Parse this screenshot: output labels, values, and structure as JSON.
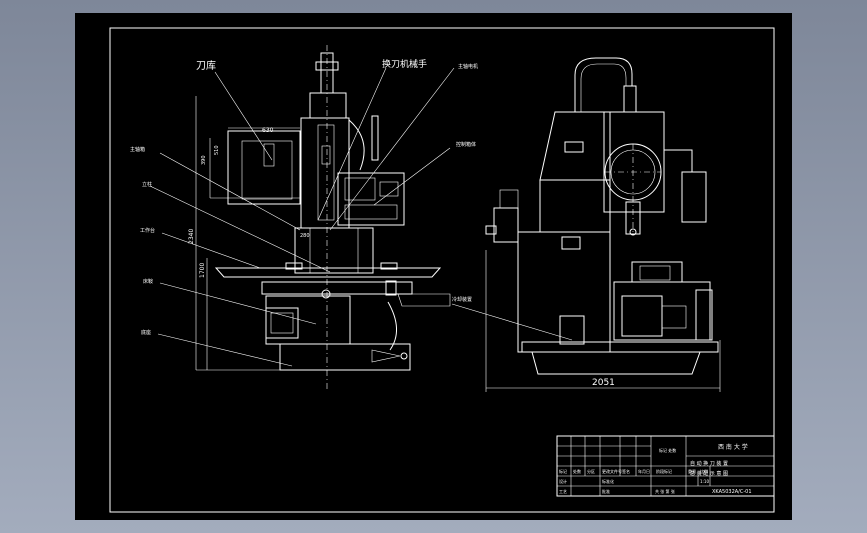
{
  "colors": {
    "sheet": "#000000",
    "line": "#ffffff",
    "background": "#8c97aa"
  },
  "front_view": {
    "labels": {
      "tool_magazine": "刀库",
      "tool_change_arm": "换刀机械手",
      "small_top_right": "主轴电机",
      "spindle_box": "主轴箱",
      "control_box": "控制箱体",
      "column": "立柱",
      "worktable": "工作台",
      "saddle": "床鞍",
      "base": "底座"
    },
    "dimensions": {
      "d630": "630",
      "d390": "390",
      "d510": "510",
      "d280": "280",
      "d2340": "2340",
      "d1700": "1700"
    }
  },
  "side_view": {
    "labels": {
      "cooling": "冷却装置"
    },
    "dimensions": {
      "d2051": "2051"
    }
  },
  "title_block": {
    "school": "西 南 大 学",
    "drawing_title_1": "自 动 换 刀 装 置",
    "drawing_title_2": "总 装 配 示 意 图",
    "drawing_no": "XKA5032A/C-01",
    "scale": "1:10",
    "label_mid": "标记 处数",
    "label_stage": "阶段标记",
    "label_weight": "重量",
    "label_ratio": "比例",
    "label_sheets": "共 张  第 张",
    "row_labels": [
      "标记",
      "处数",
      "分区",
      "更改文件号",
      "签名",
      "年月日"
    ],
    "designer": "设计",
    "checker": "审核",
    "process": "工艺",
    "approve": "批准",
    "standard": "标准化"
  }
}
